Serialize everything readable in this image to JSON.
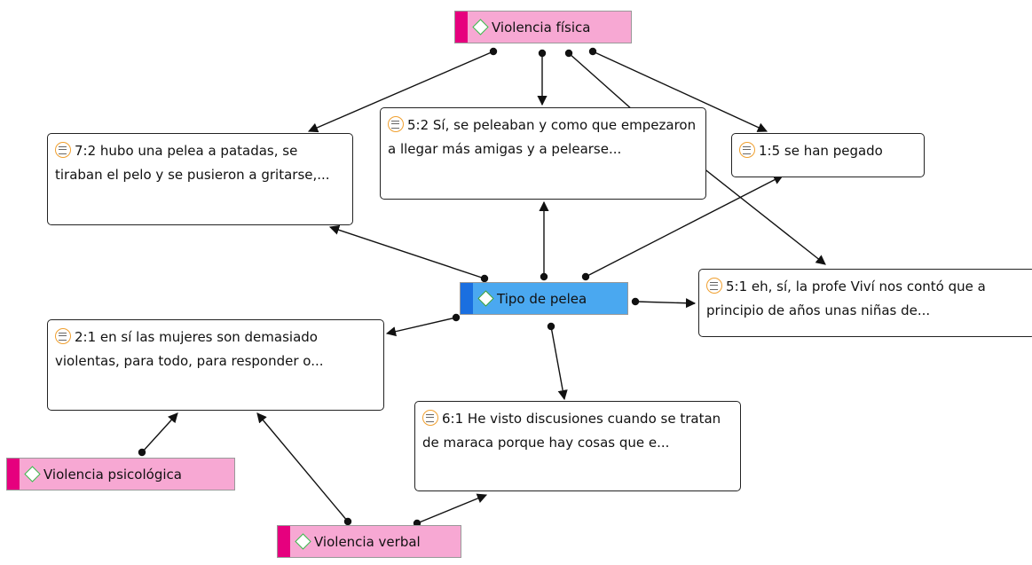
{
  "nodes": {
    "violencia_fisica": "Violencia física",
    "tipo_de_pelea": "Tipo de pelea",
    "violencia_psicologica": "Violencia psicológica",
    "violencia_verbal": "Violencia verbal"
  },
  "quotes": {
    "q7_2": "7:2 hubo una pelea a patadas, se tiraban el pelo y se pusieron a gritarse,...",
    "q5_2": "5:2 Sí, se peleaban y como que empezaron a llegar más amigas y a pelearse...",
    "q1_5": "1:5 se han pegado",
    "q5_1": "5:1 eh, sí, la profe Viví nos contó que a principio de años unas niñas de...",
    "q2_1": "2:1 en sí las mujeres son demasiado violentas, para todo, para responder o...",
    "q6_1": "6:1 He visto discusiones cuando se tratan de maraca porque hay cosas que e..."
  },
  "colors": {
    "code_pink": "#f7a8d3",
    "code_pink_bar": "#e6007e",
    "code_blue": "#4aa8f0",
    "code_blue_bar": "#1a6fe0",
    "diamond_green": "#3cb44b",
    "quote_icon": "#f0a030"
  }
}
